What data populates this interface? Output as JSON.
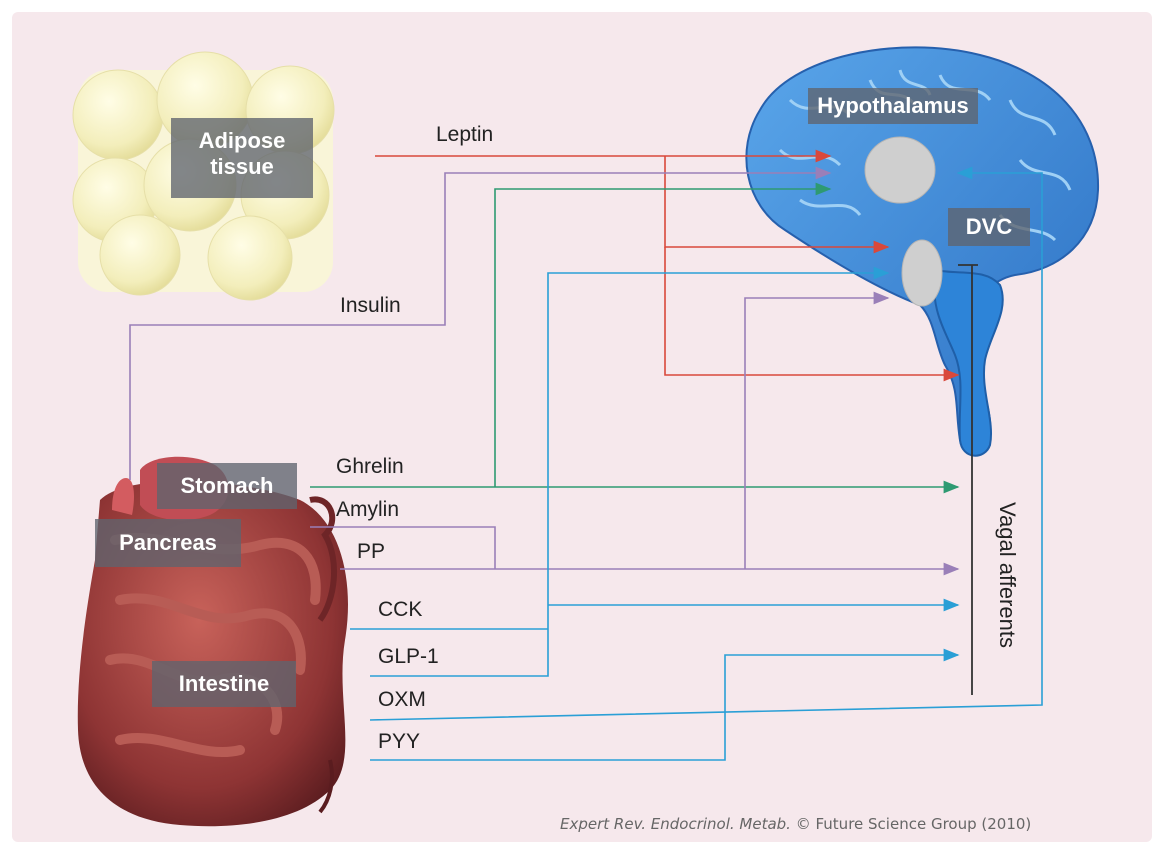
{
  "organs": {
    "adipose": "Adipose tissue",
    "hypothalamus": "Hypothalamus",
    "dvc": "DVC",
    "stomach": "Stomach",
    "pancreas": "Pancreas",
    "intestine": "Intestine",
    "vagal": "Vagal afferents"
  },
  "hormones": {
    "leptin": "Leptin",
    "insulin": "Insulin",
    "ghrelin": "Ghrelin",
    "amylin": "Amylin",
    "pp": "PP",
    "cck": "CCK",
    "glp1": "GLP-1",
    "oxm": "OXM",
    "pyy": "PYY"
  },
  "credit": {
    "journal": "Expert Rev. Endocrinol. Metab.",
    "rest": " © Future Science Group (2010)"
  },
  "colors": {
    "background": "#f6e8ec",
    "leptin": "#d9483b",
    "insulin": "#9a7fb8",
    "ghrelin": "#2e9a72",
    "amylin_pp": "#9a7fb8",
    "gut_peptides": "#2a9fd6",
    "brain": "#3a86d6",
    "adipose": "#f3eebb",
    "gut": "#9b3b3b"
  }
}
